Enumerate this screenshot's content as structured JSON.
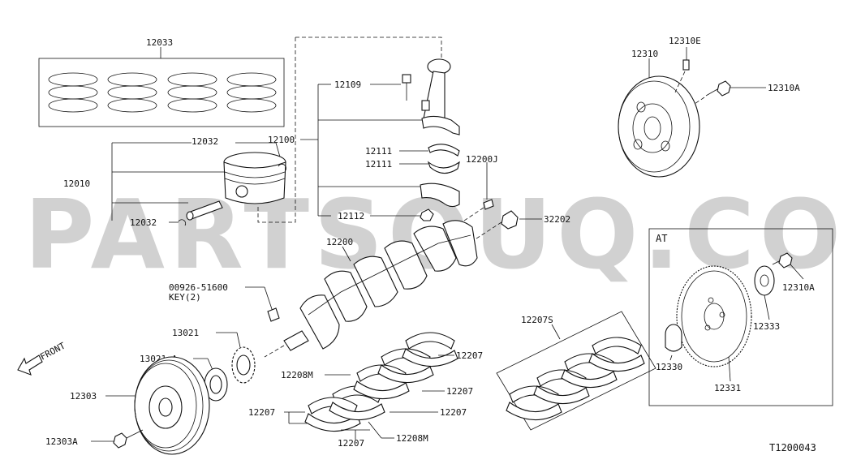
{
  "watermark": "PARTSOUQ.COM",
  "drawing_code": "T1200043",
  "front_label": "FRONT",
  "at_box_label": "AT",
  "parts": {
    "p12033": "12033",
    "p12032a": "12032",
    "p12010": "12010",
    "p12032b": "12032",
    "p12100": "12100",
    "p12109": "12109",
    "p12111a": "12111",
    "p12111b": "12111",
    "p12112": "12112",
    "p12200j": "12200J",
    "p32202": "32202",
    "p12200": "12200",
    "p00926": "00926-51600",
    "key": "KEY(2)",
    "p13021": "13021",
    "p13021a": "13021+A",
    "p12303": "12303",
    "p12303a": "12303A",
    "p12207s": "12207S",
    "p12207a": "12207",
    "p12207b": "12207",
    "p12207c": "12207",
    "p12207d": "12207",
    "p12207e": "12207",
    "p12208ma": "12208M",
    "p12208mb": "12208M",
    "p12310": "12310",
    "p12310e": "12310E",
    "p12310a": "12310A",
    "p12310a2": "12310A",
    "p12333": "12333",
    "p12330": "12330",
    "p12331": "12331"
  }
}
